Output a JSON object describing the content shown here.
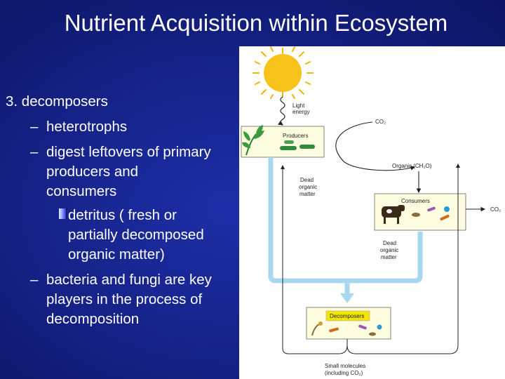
{
  "slide": {
    "title": "Nutrient Acquisition within Ecosystem",
    "heading": "3. decomposers",
    "bullets": {
      "b1": "heterotrophs",
      "b2_lines": [
        "digest leftovers of primary",
        "producers and",
        "consumers"
      ],
      "sub_lines": [
        "detritus ( fresh or",
        "partially decomposed",
        "organic matter)"
      ],
      "b3_lines": [
        "bacteria and fungi are key",
        "players in the process of",
        "decomposition"
      ]
    },
    "dash": "–"
  },
  "diagram": {
    "light_energy": [
      "Light",
      "energy"
    ],
    "producers": "Producers",
    "co2_top": "CO₂",
    "organic": "Organic (CH₂O)",
    "dead_organic_left": [
      "Dead",
      "organic",
      "matter"
    ],
    "consumers": "Consumers",
    "co2_right": "CO₂",
    "dead_organic_right": [
      "Dead",
      "organic",
      "matter"
    ],
    "decomposers": "Decomposers",
    "small_molecules": [
      "Small molecules",
      "(including CO₂)"
    ]
  },
  "colors": {
    "background": "#16238a",
    "panel_fill": "#fefde0",
    "flow_arrow": "#a8d8f0",
    "sun": "#f7c21a"
  }
}
